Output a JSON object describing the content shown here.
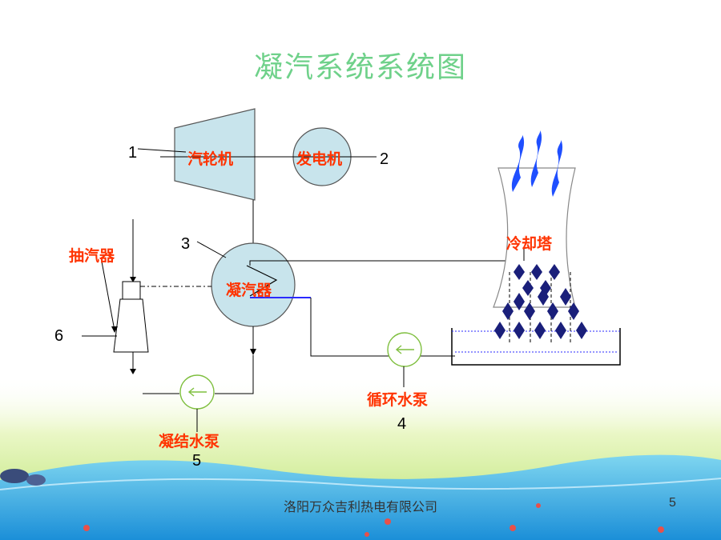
{
  "title": "凝汽系统系统图",
  "labels": {
    "turbine": "汽轮机",
    "generator": "发电机",
    "condenser": "凝汽器",
    "ejector": "抽汽器",
    "cooling_tower": "冷却塔",
    "circ_pump": "循环水泵",
    "cond_pump": "凝结水泵"
  },
  "numbers": {
    "n1": "1",
    "n2": "2",
    "n3": "3",
    "n4": "4",
    "n5": "5",
    "n6": "6"
  },
  "footer": {
    "company": "洛阳万众吉利热电有限公司",
    "page": "5"
  },
  "colors": {
    "title": "#6fd18a",
    "label": "#ff3300",
    "equipment_fill": "#c8e4ec",
    "pump_stroke": "#7fbf3f",
    "droplet": "#1a1f7a",
    "water_line": "#2a2aff"
  }
}
